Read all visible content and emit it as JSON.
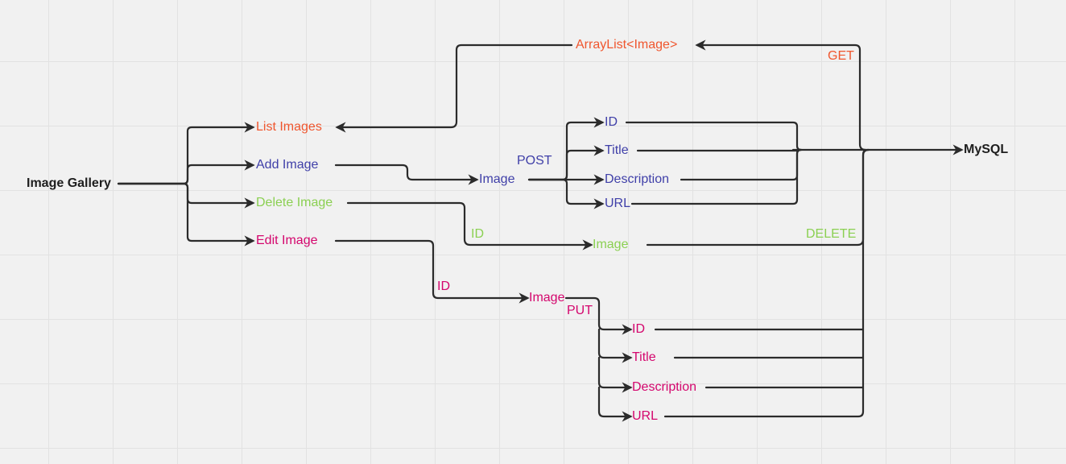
{
  "colors": {
    "root": "#1e1e1e",
    "list": "#f0562e",
    "add": "#3f3fa8",
    "delete": "#8bd052",
    "edit": "#d4066d",
    "line": "#2b2b2b"
  },
  "root": {
    "label": "Image Gallery"
  },
  "target": {
    "label": "MySQL"
  },
  "list_images": {
    "label": "List Images",
    "method": "GET",
    "return_type": "ArrayList<Image>"
  },
  "add_image": {
    "label": "Add Image",
    "method": "POST",
    "object": "Image",
    "fields": [
      "ID",
      "Title",
      "Description",
      "URL"
    ]
  },
  "delete_image": {
    "label": "Delete Image",
    "param": "ID",
    "object": "Image",
    "method": "DELETE"
  },
  "edit_image": {
    "label": "Edit Image",
    "param": "ID",
    "object": "Image",
    "method": "PUT",
    "fields": [
      "ID",
      "Title",
      "Description",
      "URL"
    ]
  }
}
